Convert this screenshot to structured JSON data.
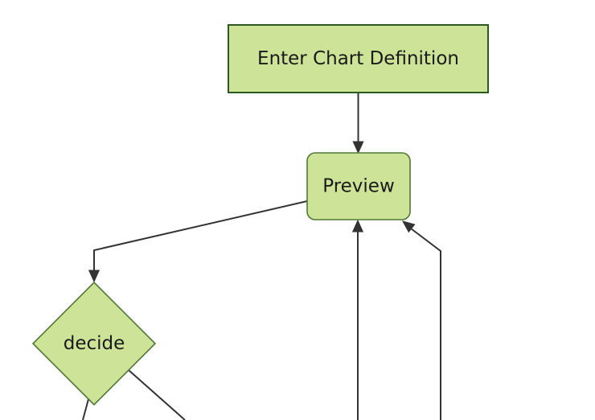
{
  "diagram": {
    "kind": "flowchart",
    "direction": "top-down"
  },
  "colors": {
    "background": "#ffffff",
    "node_fill": "#cde498",
    "node_border_dark": "#2a5a1e",
    "node_border": "#507a36",
    "edge": "#333333",
    "text": "#1a1a1a"
  },
  "nodes": {
    "enter_chart_definition": {
      "label": "Enter Chart Definition",
      "shape": "rectangle"
    },
    "preview": {
      "label": "Preview",
      "shape": "rounded-rectangle"
    },
    "decide": {
      "label": "decide",
      "shape": "diamond"
    }
  },
  "edges": [
    {
      "from": "enter_chart_definition",
      "to": "preview",
      "arrow": true
    },
    {
      "from": "preview",
      "to": "decide",
      "arrow": true
    },
    {
      "from": "offscreen_bottom_left",
      "to": "preview",
      "arrow": true
    },
    {
      "from": "offscreen_bottom_right",
      "to": "preview",
      "arrow": true
    },
    {
      "from": "decide",
      "to": "offscreen_bottom_left",
      "arrow": false
    },
    {
      "from": "decide",
      "to": "offscreen_bottom_right",
      "arrow": false
    }
  ]
}
